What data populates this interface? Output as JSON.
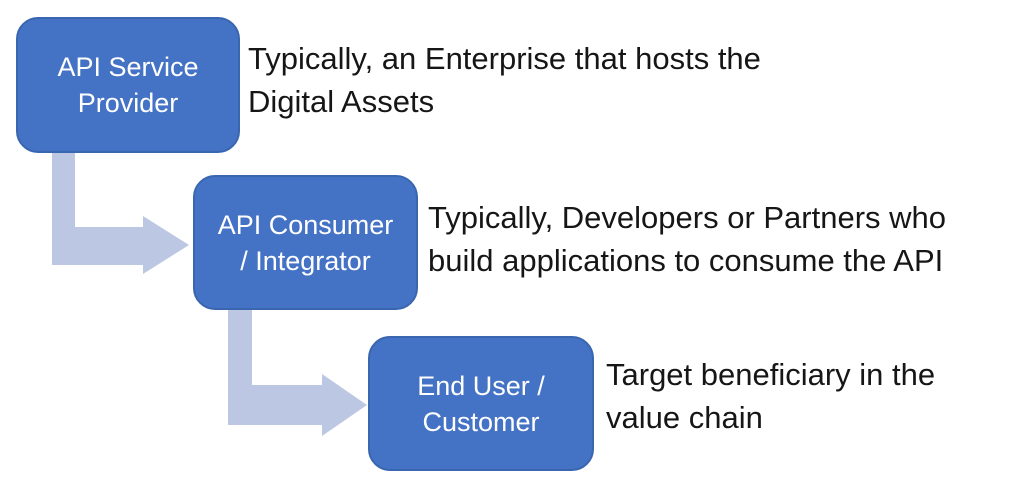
{
  "title": "API value chain diagram",
  "colors": {
    "box_fill": "#4472C4",
    "box_border": "#3A66B0",
    "arrow_fill": "#BCC7E3",
    "box_text": "#FFFFFF",
    "desc_text": "#161616",
    "background": "#FFFFFF"
  },
  "steps": [
    {
      "id": "api-service-provider",
      "label_lines": [
        "API Service",
        "Provider"
      ],
      "label": "API Service Provider",
      "desc_lines": [
        "Typically, an Enterprise that hosts the",
        "Digital Assets"
      ],
      "description": "Typically, an Enterprise that hosts the Digital Assets"
    },
    {
      "id": "api-consumer-integrator",
      "label_lines": [
        "API Consumer",
        "/ Integrator"
      ],
      "label": "API Consumer / Integrator",
      "desc_lines": [
        "Typically, Developers or Partners who",
        "build applications to consume the API"
      ],
      "description": "Typically, Developers or Partners who build applications to consume the API"
    },
    {
      "id": "end-user-customer",
      "label_lines": [
        "End User /",
        "Customer"
      ],
      "label": "End User / Customer",
      "desc_lines": [
        "Target beneficiary in the",
        "value chain"
      ],
      "description": "Target beneficiary in the value chain"
    }
  ],
  "connectors": [
    {
      "name": "arrow-1",
      "from": "API Service Provider",
      "to": "API Consumer / Integrator",
      "shape": "elbow-down-right"
    },
    {
      "name": "arrow-2",
      "from": "API Consumer / Integrator",
      "to": "End User / Customer",
      "shape": "elbow-down-right"
    }
  ]
}
